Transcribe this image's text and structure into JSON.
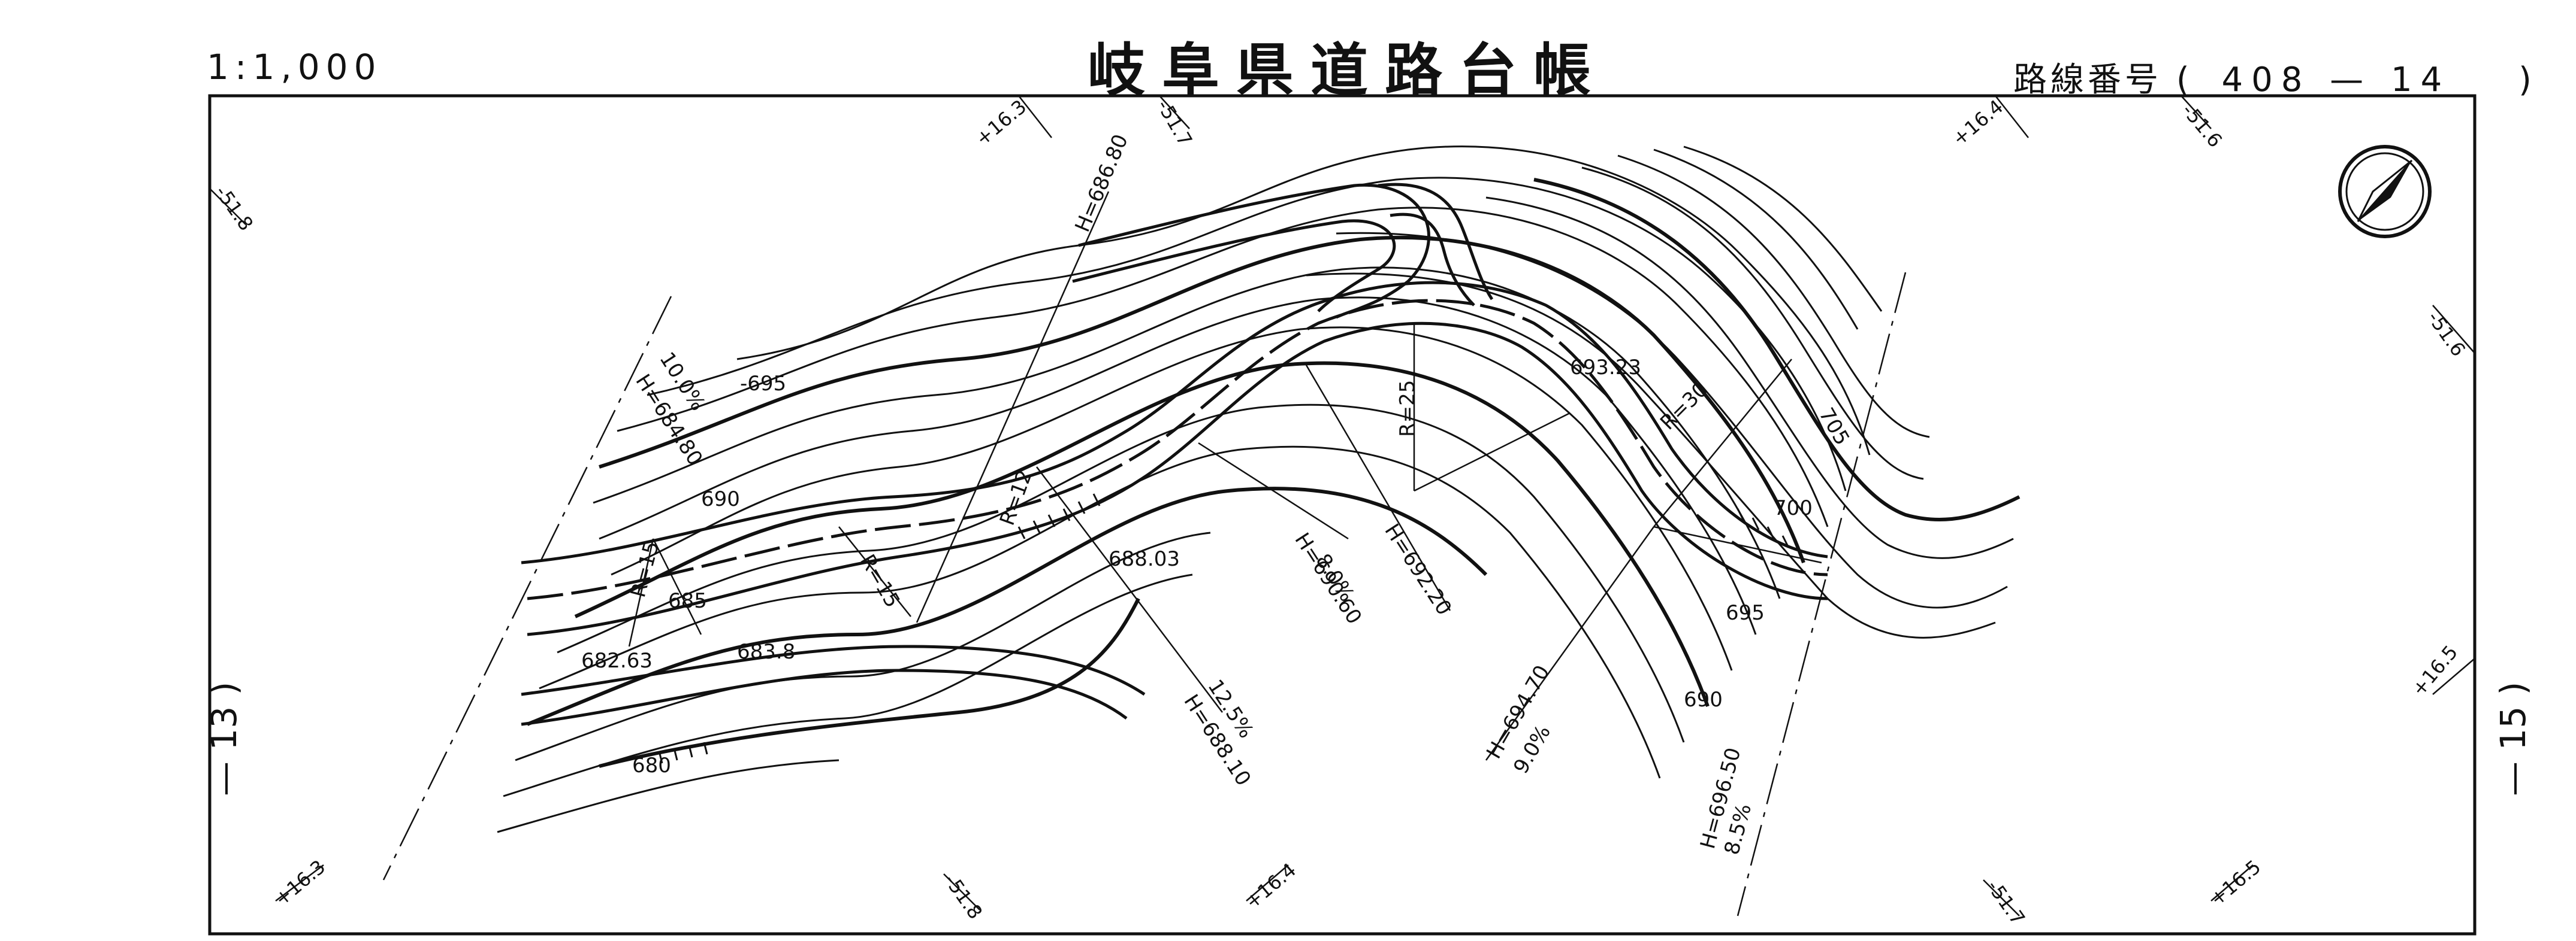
{
  "header": {
    "scale": "1:1,000",
    "title": "岐阜県道路台帳",
    "route_label": "路線番号",
    "route_number": "408 — 14",
    "route_open": "(",
    "route_close": ")"
  },
  "sheet_links": {
    "left": "— 13 )",
    "right": "— 15 )"
  },
  "grid_ticks": {
    "top_1": "+16.3",
    "top_2": "-51.7",
    "top_3": "+16.4",
    "top_4": "-51.6",
    "left_top": "-51.8",
    "right_top": "-51.6",
    "right_mid": "+16.5",
    "bottom_1": "+16.3",
    "bottom_2": "-51.8",
    "bottom_3": "+16.4",
    "bottom_4": "-51.7",
    "bottom_5": "+16.5"
  },
  "contours": {
    "c680": "680",
    "c685": "685",
    "c690": "690",
    "c695": "-695",
    "c690b": "690",
    "c695b": "695",
    "c700": "700",
    "c705": "705"
  },
  "profile_labels": {
    "h1": "H=686.80",
    "h2": "H=684.80",
    "g2": "10.0%",
    "h3": "H=688.10",
    "g3": "12.5%",
    "h4": "H=690.60",
    "g4": "8.0%",
    "h5": "H=692.20",
    "h6": "H=694.70",
    "g6": "9.0%",
    "h7": "H=696.50",
    "g7": "8.5%"
  },
  "curve_labels": {
    "r1": "R=15",
    "r2": "R=15",
    "r3": "R=12",
    "r4": "R=25",
    "r5": "R=30"
  },
  "spot_heights": {
    "s1": "682.63",
    "s2": "683.8",
    "s3": "688.03",
    "s4": "693.23"
  },
  "north_arrow": "north-arrow-icon"
}
